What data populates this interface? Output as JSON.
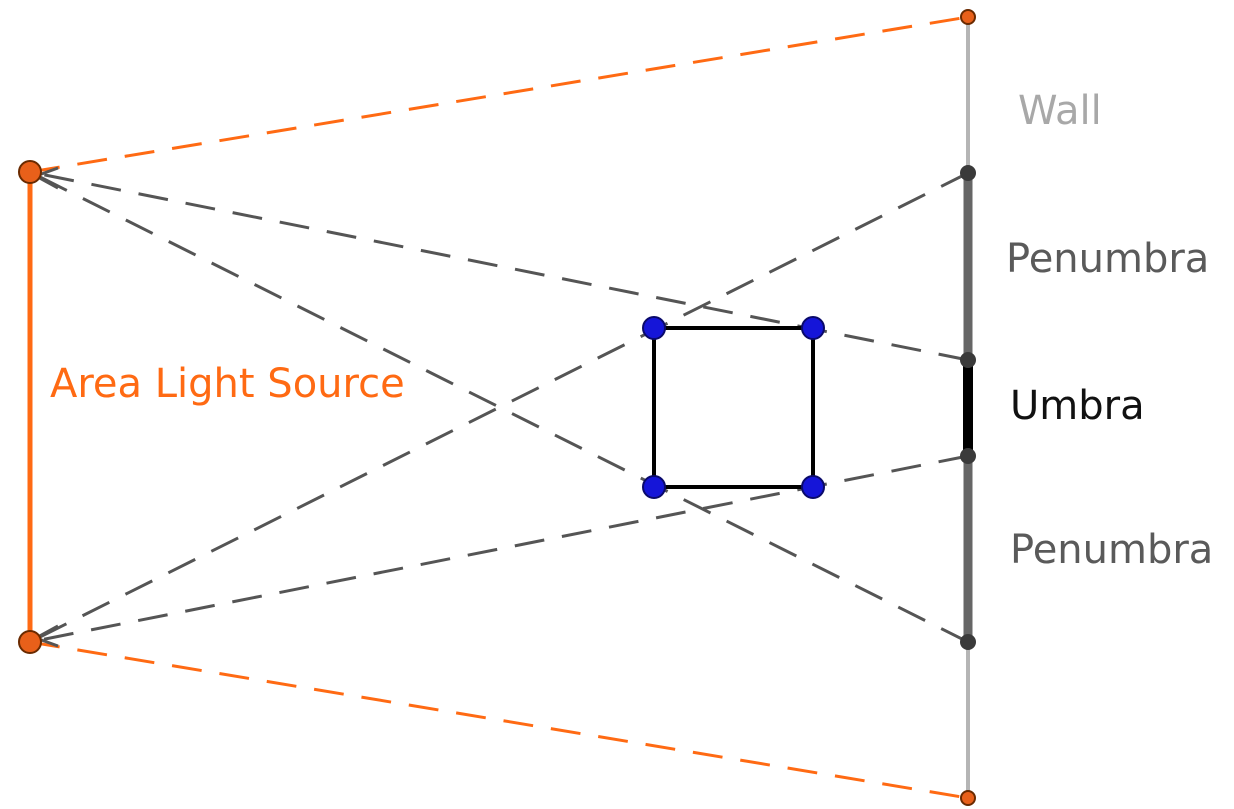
{
  "labels": {
    "wall": "Wall",
    "penumbra_top": "Penumbra",
    "umbra": "Umbra",
    "penumbra_bottom": "Penumbra",
    "light_source": "Area Light Source"
  },
  "colors": {
    "light": "#ff6a13",
    "light_point": "#e8601a",
    "wall": "#b5b5b5",
    "wall_label": "#a8a8a8",
    "penumbra": "#666666",
    "penumbra_label": "#5a5a5a",
    "umbra": "#000000",
    "umbra_label": "#111111",
    "ray": "#555555",
    "object_vertex": "#1515d8",
    "object_edge": "#000000",
    "wall_point": "#3a3a3a"
  }
}
